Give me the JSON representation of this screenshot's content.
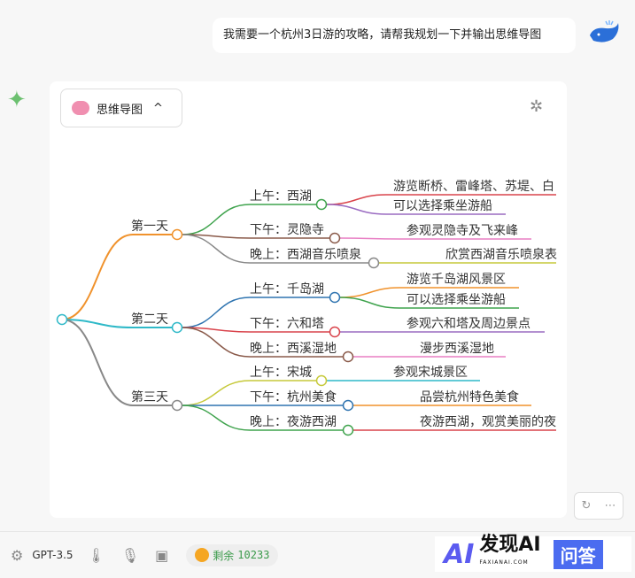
{
  "user_message": "我需要一个杭州3日游的攻略，请帮我规划一下并输出思维导图",
  "mindmap_button": {
    "label": "思维导图",
    "chevron": "^"
  },
  "mindmap": {
    "days": [
      {
        "label": "第一天",
        "color": "#f0922c",
        "items": [
          {
            "label": "上午：西湖",
            "color": "#3fa34d",
            "leaves": [
              {
                "label": "游览断桥、雷峰塔、苏堤、白",
                "color": "#d9434b"
              },
              {
                "label": "可以选择乘坐游船",
                "color": "#9a6bc1"
              }
            ]
          },
          {
            "label": "下午：灵隐寺",
            "color": "#8a5a4a",
            "leaves": [
              {
                "label": "参观灵隐寺及飞来峰",
                "color": "#e87fc4"
              }
            ]
          },
          {
            "label": "晚上：西湖音乐喷泉",
            "color": "#888888",
            "leaves": [
              {
                "label": "欣赏西湖音乐喷泉表",
                "color": "#c6c93a"
              }
            ]
          }
        ]
      },
      {
        "label": "第二天",
        "color": "#2fb9c8",
        "items": [
          {
            "label": "上午：千岛湖",
            "color": "#2f74b0",
            "leaves": [
              {
                "label": "游览千岛湖风景区",
                "color": "#f0922c"
              },
              {
                "label": "可以选择乘坐游船",
                "color": "#3fa34d"
              }
            ]
          },
          {
            "label": "下午：六和塔",
            "color": "#d9434b",
            "leaves": [
              {
                "label": "参观六和塔及周边景点",
                "color": "#9a6bc1"
              }
            ]
          },
          {
            "label": "晚上：西溪湿地",
            "color": "#8a5a4a",
            "leaves": [
              {
                "label": "漫步西溪湿地",
                "color": "#e87fc4"
              }
            ]
          }
        ]
      },
      {
        "label": "第三天",
        "color": "#888888",
        "items": [
          {
            "label": "上午：宋城",
            "color": "#c6c93a",
            "leaves": [
              {
                "label": "参观宋城景区",
                "color": "#2fb9c8"
              }
            ]
          },
          {
            "label": "下午：杭州美食",
            "color": "#2f74b0",
            "leaves": [
              {
                "label": "品尝杭州特色美食",
                "color": "#f0922c"
              }
            ]
          },
          {
            "label": "晚上：夜游西湖",
            "color": "#3fa34d",
            "leaves": [
              {
                "label": "夜游西湖，观赏美丽的夜",
                "color": "#d9434b"
              }
            ]
          }
        ]
      }
    ]
  },
  "bottom": {
    "model": "GPT-3.5",
    "quota_label": "剩余",
    "quota_value": "10233"
  },
  "brand": {
    "name": "发现AI",
    "domain": "FAXIANAI.COM",
    "tag": "问答"
  }
}
